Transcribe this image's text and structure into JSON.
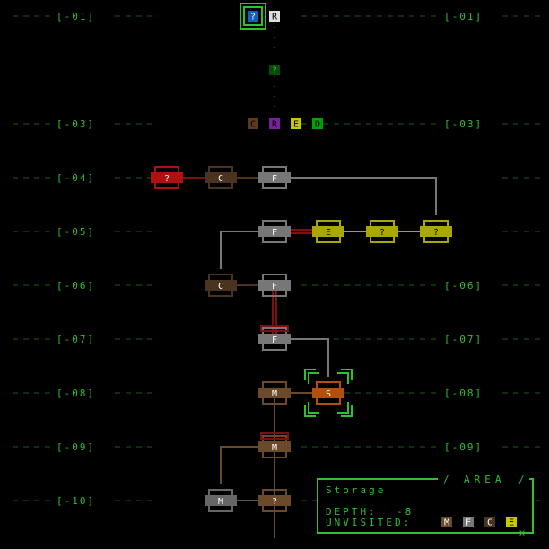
{
  "depth_rows": [
    {
      "label": "[-01]",
      "show_right": true
    },
    {
      "label": "[-03]",
      "show_right": true
    },
    {
      "label": "[-04]",
      "show_right": false
    },
    {
      "label": "[-05]",
      "show_right": false
    },
    {
      "label": "[-06]",
      "show_right": true
    },
    {
      "label": "[-07]",
      "show_right": true
    },
    {
      "label": "[-08]",
      "show_right": true
    },
    {
      "label": "[-09]",
      "show_right": true
    },
    {
      "label": "[-10]",
      "show_right": false
    }
  ],
  "top_node": {
    "glyph": "?",
    "extra_glyph": "R"
  },
  "legend_row": [
    {
      "glyph": "C",
      "color": "#5a3a22"
    },
    {
      "glyph": "R",
      "color": "#7a1fa0"
    },
    {
      "glyph": "E",
      "color": "#c8c800"
    },
    {
      "glyph": "D",
      "color": "#00a000"
    }
  ],
  "mid_marker": {
    "glyph": "?"
  },
  "nodes": {
    "n04a": {
      "glyph": "?",
      "color": "#b01010"
    },
    "n04b": {
      "glyph": "C",
      "color": "#4a3420"
    },
    "n04c": {
      "glyph": "F",
      "color": "#777777"
    },
    "n05a": {
      "glyph": "F",
      "color": "#777777"
    },
    "n05b": {
      "glyph": "E",
      "color": "#a8a800"
    },
    "n05c": {
      "glyph": "?",
      "color": "#a8a800"
    },
    "n05d": {
      "glyph": "?",
      "color": "#a8a800"
    },
    "n06a": {
      "glyph": "C",
      "color": "#4a3420"
    },
    "n06b": {
      "glyph": "F",
      "color": "#777777"
    },
    "n07a": {
      "glyph": "F",
      "color": "#777777"
    },
    "n08a": {
      "glyph": "M",
      "color": "#6a4a2a"
    },
    "n08b": {
      "glyph": "S",
      "color": "#b05010"
    },
    "n09a": {
      "glyph": "M",
      "color": "#6a4a2a"
    },
    "n10a": {
      "glyph": "M",
      "color": "#666666"
    },
    "n10b": {
      "glyph": "?",
      "color": "#6a4a2a"
    }
  },
  "info_panel": {
    "header": "AREA",
    "name": "Storage",
    "depth_label": "DEPTH:",
    "depth_value": "-8",
    "unvisited_label": "UNVISITED:",
    "unvisited": [
      {
        "glyph": "M",
        "color": "#6a4a2a"
      },
      {
        "glyph": "F",
        "color": "#777777"
      },
      {
        "glyph": "C",
        "color": "#4a3420"
      },
      {
        "glyph": "E",
        "color": "#c8c800"
      }
    ],
    "close_glyph": "×"
  },
  "colors": {
    "ui_green": "#2fbf2f",
    "dim_green": "#1a5a1a"
  }
}
